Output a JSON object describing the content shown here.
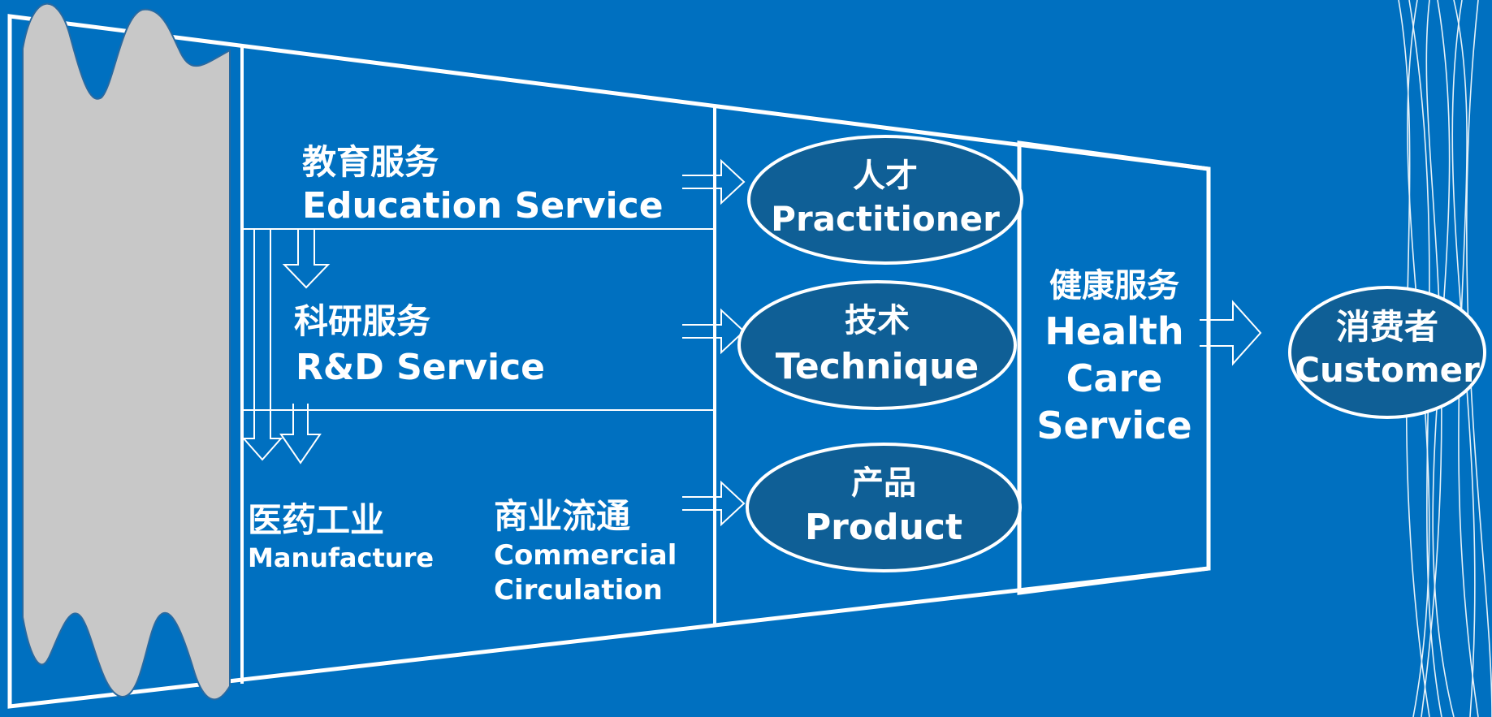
{
  "education": {
    "zh": "教育服务",
    "en": "Education Service"
  },
  "rnd": {
    "zh": "科研服务",
    "en": "R&D Service"
  },
  "manufacture": {
    "zh": "医药工业",
    "en": "Manufacture"
  },
  "commercial": {
    "zh": "商业流通",
    "en1": "Commercial",
    "en2": "Circulation"
  },
  "practitioner": {
    "zh": "人才",
    "en": "Practitioner"
  },
  "technique": {
    "zh": "技术",
    "en": "Technique"
  },
  "product": {
    "zh": "产品",
    "en": "Product"
  },
  "health": {
    "zh": "健康服务",
    "en1": "Health",
    "en2": "Care",
    "en3": "Service"
  },
  "customer": {
    "zh": "消费者",
    "en": "Customer"
  },
  "colors": {
    "background": "#0070c0",
    "ellipse": "#0f5f96",
    "wavy_panel": "#c8c8c8",
    "line": "#ffffff"
  }
}
